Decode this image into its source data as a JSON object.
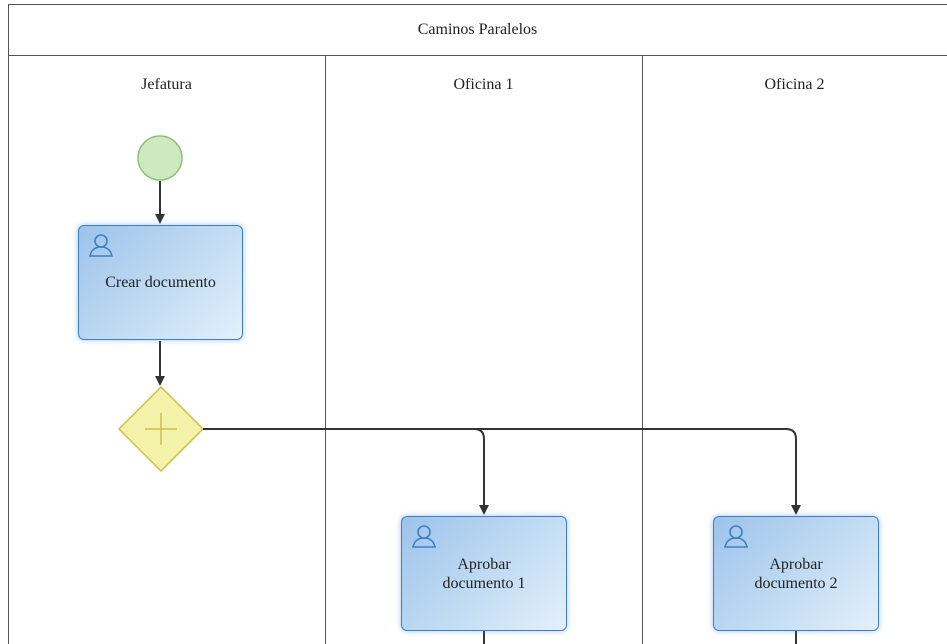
{
  "pool": {
    "title": "Caminos Paralelos"
  },
  "lanes": [
    {
      "title": "Jefatura"
    },
    {
      "title": "Oficina 1"
    },
    {
      "title": "Oficina 2"
    }
  ],
  "tasks": [
    {
      "label": "Crear documento",
      "icon": "user-icon"
    },
    {
      "label": "Aprobar documento 1",
      "icon": "user-icon"
    },
    {
      "label": "Aprobar documento 2",
      "icon": "user-icon"
    }
  ],
  "colors": {
    "task_border": "#3f7fc4",
    "start_event_fill": "#cfe8c0",
    "start_event_stroke": "#8cc47a",
    "gateway_fill": "#f4f2a8",
    "gateway_stroke": "#c9c24a",
    "edge": "#333333"
  }
}
